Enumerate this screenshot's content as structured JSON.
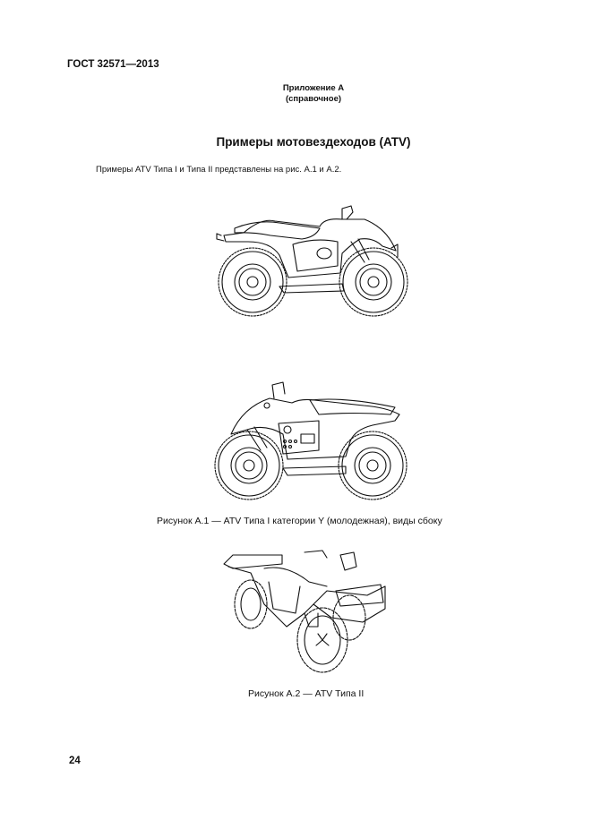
{
  "header": {
    "standard": "ГОСТ 32571—2013"
  },
  "annex": {
    "title": "Приложение А",
    "subtitle": "(справочное)"
  },
  "section": {
    "title": "Примеры мотовездеходов (ATV)",
    "intro": "Примеры ATV Типа I и Типа II представлены на рис. А.1 и А.2."
  },
  "figures": [
    {
      "id": "A.1",
      "caption": "Рисунок А.1 — ATV Типа I категории Y (молодежная), виды сбоку",
      "images": [
        "atv-type1-side-right",
        "atv-type1-side-left"
      ]
    },
    {
      "id": "A.2",
      "caption": "Рисунок А.2 — ATV Типа II",
      "images": [
        "atv-type2-perspective"
      ]
    }
  ],
  "footer": {
    "page_number": "24"
  }
}
